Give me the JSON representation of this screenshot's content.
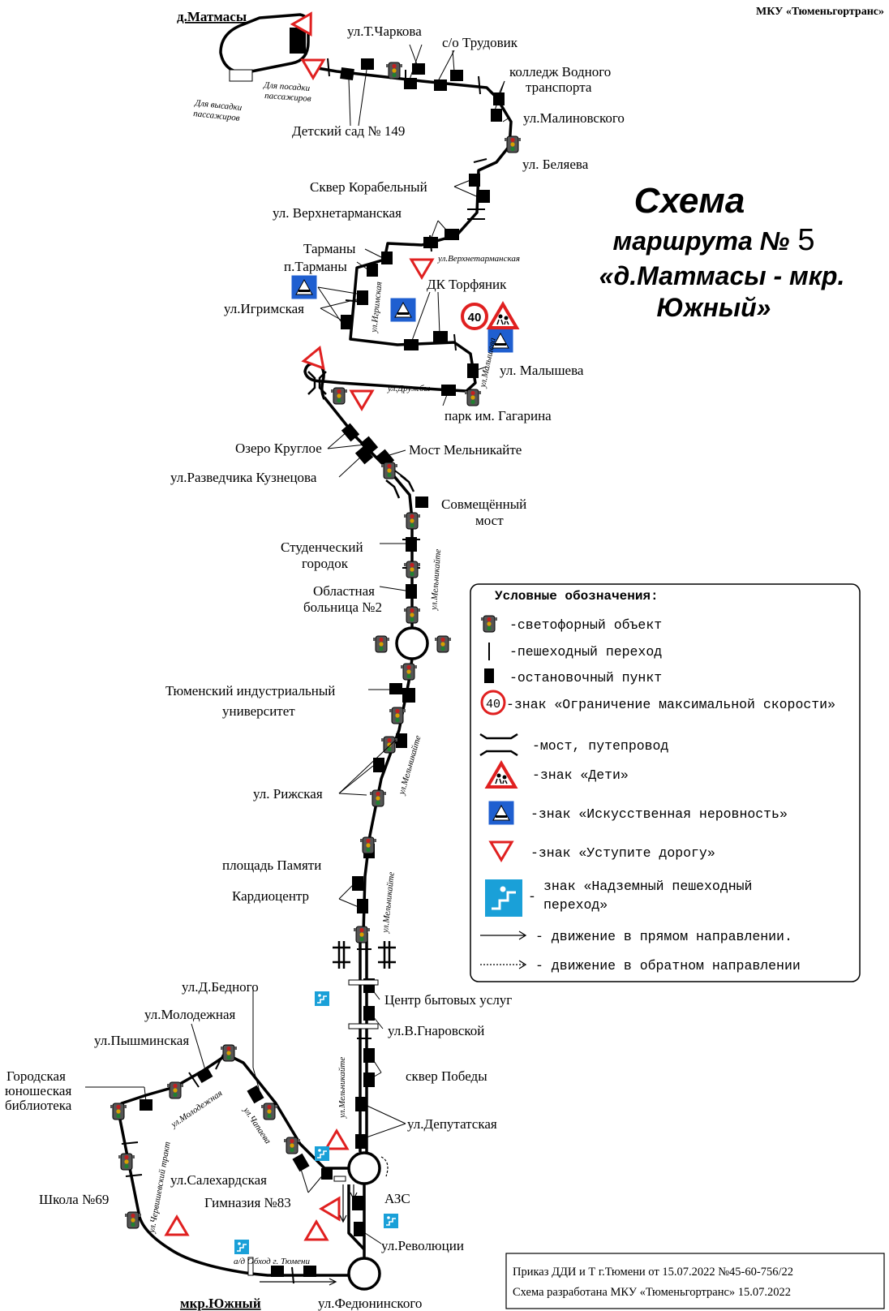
{
  "organization": "МКУ «Тюменьгортранс»",
  "title": {
    "line1": "Схема",
    "line2_prefix": "маршрута №",
    "line2_number": "5",
    "line3": "«д.Матмасы - мкр.",
    "line4": "Южный»"
  },
  "terminals": {
    "start": "д.Матмасы",
    "end": "мкр.Южный",
    "dropoff_line1": "Для высадки",
    "dropoff_line2": "пассажиров",
    "boarding_line1": "Для посадки",
    "boarding_line2": "пассажиров"
  },
  "stops": {
    "chark": "ул.Т.Чаркова",
    "trudovik": "с/о Трудовик",
    "college1": "колледж Водного",
    "college2": "транспорта",
    "malinovsky": "ул.Малиновского",
    "kindergarten": "Детский сад № 149",
    "belyaev": "ул. Беляева",
    "korabel": "Сквер Корабельный",
    "verkhnetarm": "ул. Верхнетарманская",
    "tarmany": "Тарманы",
    "p_tarmany": "п.Тарманы",
    "igrim": "ул.Игримская",
    "torfyanik": "ДК Торфяник",
    "malyshev": "ул. Малышева",
    "gagarin": "парк им. Гагарина",
    "ozero": "Озеро Круглое",
    "most_meln": "Мост Мельникайте",
    "kuznetsov": "ул.Разведчика Кузнецова",
    "sovm1": "Совмещённый",
    "sovm2": "мост",
    "stud1": "Студенческий",
    "stud2": "городок",
    "oblast1": "Областная",
    "oblast2": "больница №2",
    "tiu1": "Тюменский индустриальный",
    "tiu2": "университет",
    "rizhskaya": "ул. Рижская",
    "pamyati": "площадь Памяти",
    "kardio": "Кардиоцентр",
    "centr": "Центр бытовых услуг",
    "gnarov": "ул.В.Гнаровской",
    "pobedy": "сквер Победы",
    "deputat": "ул.Депутатская",
    "azs": "АЗС",
    "revol": "ул.Революции",
    "fedyun": "ул.Федюнинского",
    "bednogo": "ул.Д.Бедного",
    "molodezh": "ул.Молодежная",
    "pyshm": "ул.Пышминская",
    "lib1": "Городская",
    "lib2": "юношеская",
    "lib3": "библиотека",
    "school": "Школа №69",
    "salekh": "ул.Салехардская",
    "gymn": "Гимназия №83"
  },
  "streets": {
    "verkhnetarm": "ул.Верхнетарманская",
    "igrim": "ул.Игримская",
    "druzhby": "ул.Дружбы",
    "malysheva": "ул.Малышева",
    "meln1": "ул.Мельникайте",
    "meln2": "ул.Мельникайте",
    "meln3": "ул.Мельникайте",
    "meln4": "ул.Мельникайте",
    "molod": "ул.Молодежная",
    "chapaev": "ул.Чапаева",
    "chervish": "ул.Червишевский тракт",
    "obkhod": "а/д Обход г. Тюмени"
  },
  "speed_limit": "40",
  "legend": {
    "heading": "Условные обозначения:",
    "traffic_light": "-светофорный объект",
    "crosswalk": "-пешеходный переход",
    "stop": "-остановочный пункт",
    "speed": "-знак «Ограничение максимальной скорости»",
    "speed_value": "40",
    "bridge": "-мост, путепровод",
    "children": "-знак «Дети»",
    "bump": "-знак «Искусственная неровность»",
    "yield": "-знак «Уступите дорогу»",
    "overpass_1": "знак «Надземный пешеходный",
    "overpass_2": "переход»",
    "overpass_dash": "-",
    "forward": "- движение в прямом направлении.",
    "backward": "- движение в обратном направлении"
  },
  "order": {
    "line1": "Приказ ДДИ и Т г.Тюмени от 15.07.2022 №45-60-756/22",
    "line2": "Схема разработана МКУ «Тюменьгортранс» 15.07.2022"
  },
  "colors": {
    "sign_red": "#e02020",
    "sign_blue": "#1f5fd0",
    "overpass_cyan": "#1aa0d8",
    "light_body": "#555555"
  }
}
